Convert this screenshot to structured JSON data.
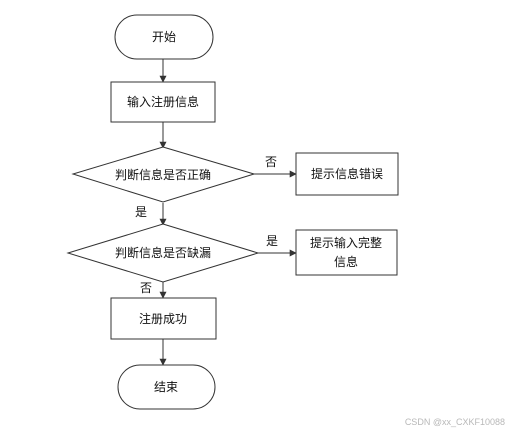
{
  "nodes": {
    "start": "开始",
    "input": "输入注册信息",
    "check_correct": "判断信息是否正确",
    "prompt_error": "提示信息错误",
    "check_missing": "判断信息是否缺漏",
    "prompt_complete_line1": "提示输入完整",
    "prompt_complete_line2": "信息",
    "success": "注册成功",
    "end": "结束"
  },
  "edges": {
    "correct_no": "否",
    "correct_yes": "是",
    "missing_yes": "是",
    "missing_no": "否"
  },
  "watermark": "CSDN @xx_CXKF10088"
}
